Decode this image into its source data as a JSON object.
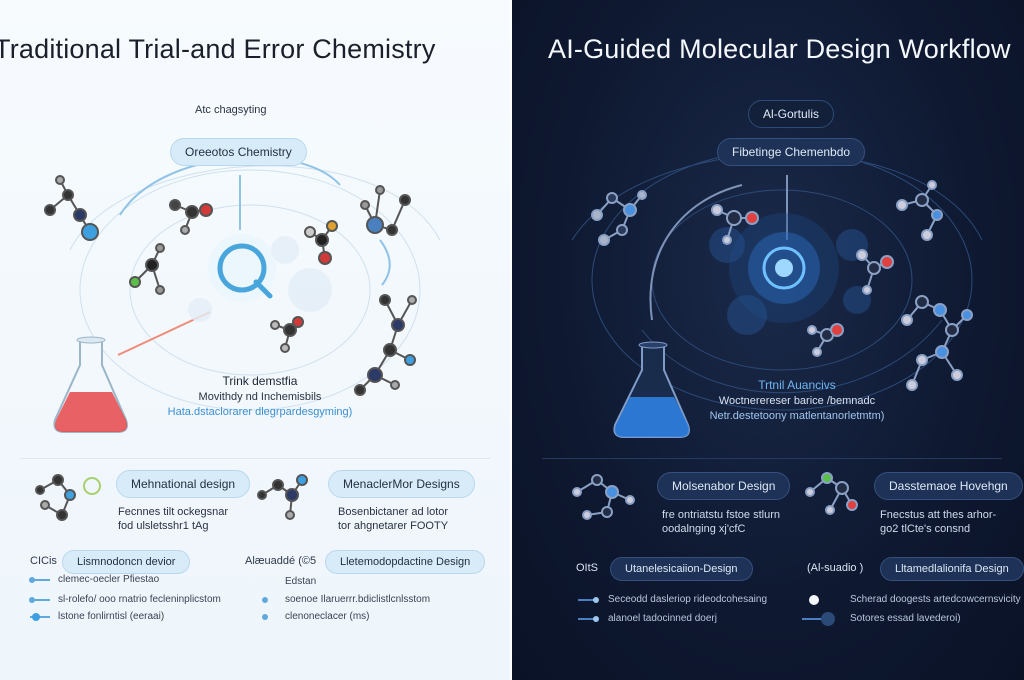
{
  "left": {
    "title": "Traditional Trial-and Error Chemistry",
    "top_label": "Atc chagsyting",
    "chip": "Oreeotos Chemistry",
    "caption": {
      "heading": "Trink demstfia",
      "line": "Movithdy nd Inchemisbils",
      "accent": "Hata.dstaclorarer dlegrpardesgyming)"
    },
    "cards": [
      {
        "label": "Mehnational design",
        "desc1": "Fecnnes tilt ockegsnar",
        "desc2": "fod ulsletsshr1 tAg"
      },
      {
        "label": "MenaclerMor Designs",
        "desc1": "Bosenbictaner ad lotor",
        "desc2": "tor ahgnetarer FOOTY"
      }
    ],
    "legend": {
      "left_label": "CICis",
      "left_chip": "Lismnodoncn devior",
      "mid_label": "Alæuaddé (©5",
      "mid_chip": "Lletemodopdactine Design",
      "rows_left": [
        "clemec-oecler Pfiestao",
        "sl-rolefo/ ooo rnatrio fecleninplicstom",
        "lstone fonlirntisl (eeraai)"
      ],
      "rows_right": [
        "Edstan",
        "soenoe Ilaruerrr.bdiclistlcnlsstom",
        "clenoneclacer (ms)"
      ]
    }
  },
  "right": {
    "title": "AI-Guided Molecular Design Workflow",
    "top_label": "Al-Gortulis",
    "chip": "Fibetinge Chemenbdo",
    "caption": {
      "heading": "Trtnil Auancivs",
      "line": "Woctnerereser barice /bemnadc",
      "accent": "Netr.destetoony matlentanorletmtm)"
    },
    "cards": [
      {
        "label": "Molsenabor Design",
        "desc1": "fre ontriatstu fstoe stlurn",
        "desc2": "oodalnging xj'cfC"
      },
      {
        "label": "Dasstemaoe Hovehgn",
        "desc1": "Fnecstus att thes arhor-",
        "desc2": "go2 tlCte's consnd"
      }
    ],
    "legend": {
      "left_label": "OItS",
      "left_chip": "Utanelesicaiion-Design",
      "mid_label": "(Al-suadio )",
      "mid_chip": "Lltamedlalionifa Design",
      "rows_left": [
        "Seceodd dasleriop rideodcohesaing",
        "alanoel tadocinned doerj"
      ],
      "rows_right": [
        "Scherad doogests artedcowcernsvicity",
        "Sotores essad lavederoi)"
      ]
    }
  },
  "colors": {
    "accent_left": "#3b8fd0",
    "accent_right": "#4aa3f0",
    "flask_liquid_left": "#e5464a",
    "flask_liquid_right": "#2f7fe0"
  }
}
